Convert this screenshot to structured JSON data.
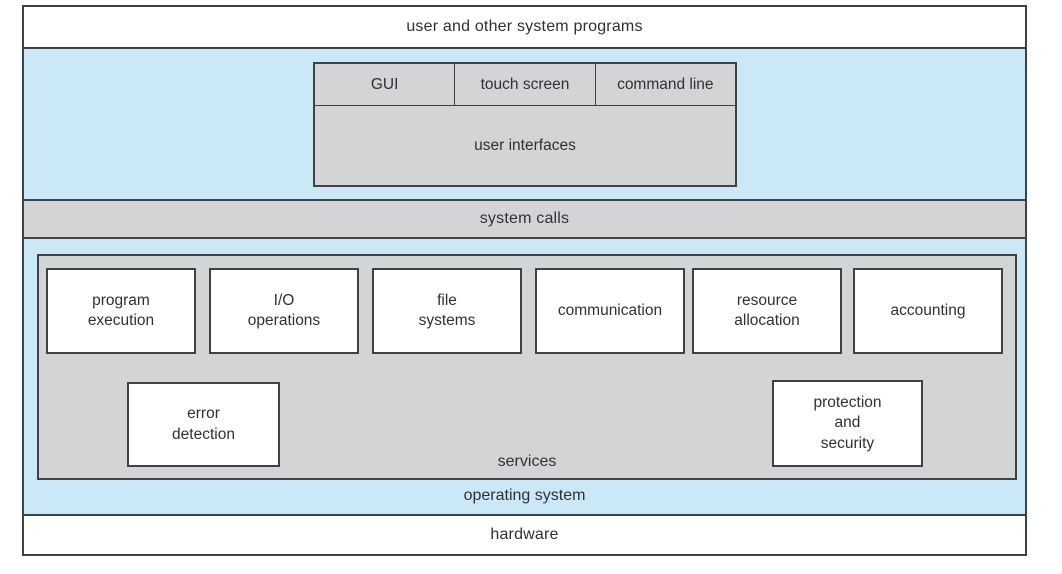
{
  "layers": {
    "user_programs": "user and other system programs",
    "user_interfaces": {
      "label": "user interfaces",
      "types": [
        "GUI",
        "touch screen",
        "command line"
      ]
    },
    "system_calls": "system calls",
    "services": {
      "label": "services",
      "row1": [
        "program\nexecution",
        "I/O\noperations",
        "file\nsystems",
        "communication",
        "resource\nallocation",
        "accounting"
      ],
      "row2": [
        "error\ndetection",
        "protection\nand\nsecurity"
      ]
    },
    "operating_system": "operating system",
    "hardware": "hardware"
  },
  "colors": {
    "blue": "#cbe8f7",
    "gray": "#d3d4d6",
    "white": "#ffffff",
    "border": "#3e4247",
    "text": "#2e3135"
  }
}
